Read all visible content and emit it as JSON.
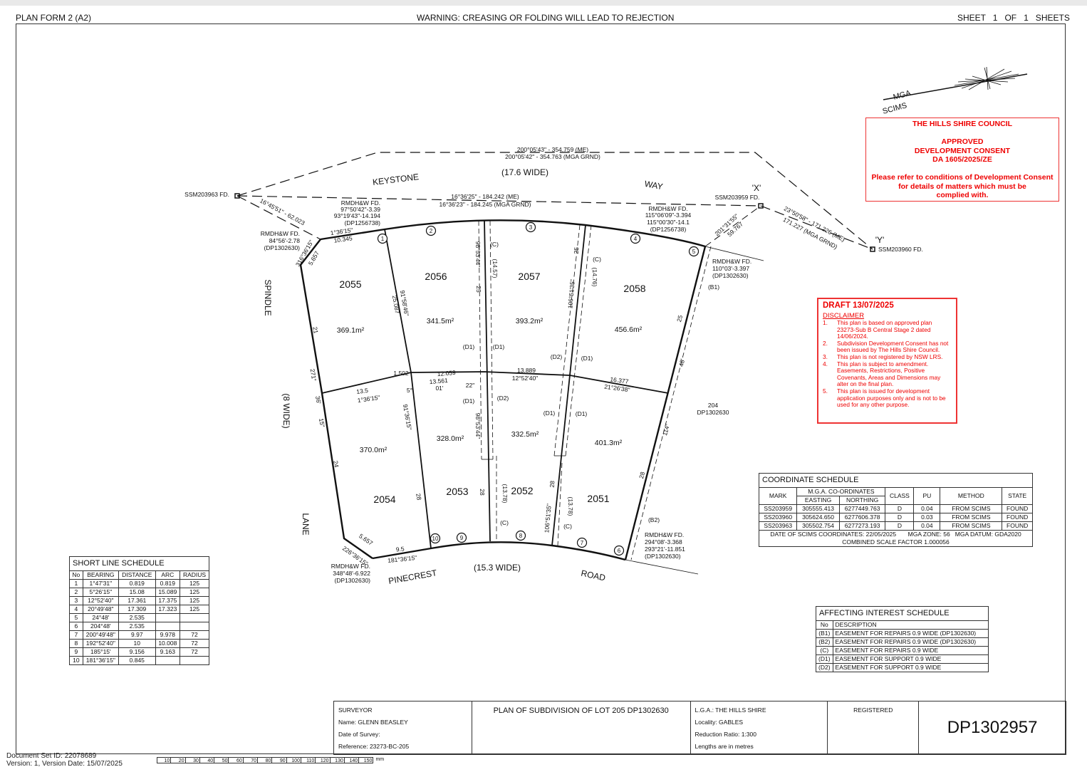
{
  "header": {
    "form": "PLAN FORM 2 (A2)",
    "warning": "WARNING: CREASING OR FOLDING WILL LEAD TO REJECTION",
    "sheet": "SHEET   1   OF   1   SHEETS"
  },
  "compass": {
    "label1": "MGA",
    "label2": "SCIMS"
  },
  "council": {
    "lines": [
      "THE HILLS SHIRE COUNCIL",
      "",
      "APPROVED",
      "DEVELOPMENT CONSENT",
      "DA 1605/2025/ZE",
      "",
      "Please refer to conditions of Development Consent",
      "for details of matters which must be",
      "complied with."
    ],
    "color": "#e00000"
  },
  "draft": {
    "title": "DRAFT 13/07/2025",
    "disclaimer_label": "DISCLAIMER",
    "items": [
      {
        "n": "1.",
        "text": "This plan is based on approved plan 23273-Sub B Central Stage 2 dated 14/06/2024."
      },
      {
        "n": "2.",
        "text": "Subdivision Development Consent has not been issued by The Hills Shire Council."
      },
      {
        "n": "3.",
        "text": "This plan is not registered by NSW LRS."
      },
      {
        "n": "4.",
        "text": "This plan is subject to amendment. Easements, Restrictions, Positive Covenants, Areas and Dimensions may alter on the final plan."
      },
      {
        "n": "5.",
        "text": "This plan is issued for development application purposes only and is not to be used for any other purpose."
      }
    ]
  },
  "plan": {
    "lots": [
      {
        "number": "2055",
        "area": "369.1m²"
      },
      {
        "number": "2056",
        "area": "341.5m²"
      },
      {
        "number": "2057",
        "area": "393.2m²"
      },
      {
        "number": "2058",
        "area": "456.6m²"
      },
      {
        "number": "2054",
        "area": "370.0m²"
      },
      {
        "number": "2053",
        "area": "328.0m²"
      },
      {
        "number": "2052",
        "area": "332.5m²"
      },
      {
        "number": "2051",
        "area": "401.3m²"
      }
    ],
    "stations": [
      "1",
      "2",
      "3",
      "4",
      "5",
      "6",
      "7",
      "8",
      "9",
      "10"
    ],
    "annotations": [
      "200°05'43\" - 354.759 (ME)",
      "200°05'42\" - 354.763 (MGA GRND)",
      "(17.6 WIDE)",
      "KEYSTONE",
      "WAY",
      "SSM203963 FD.",
      "16°36'25\" - 184.242 (ME)",
      "16°36'23\" - 184.245 (MGA GRND)",
      "SSM203959 FD.",
      "'X'",
      "'Y'",
      "SSM203960 FD.",
      "RMDH&W FD.",
      "97°50'42\"-3.39",
      "93°19'43\"-14.194",
      "(DP1256738)",
      "16°45'51\" - 62.023",
      "RMDH&W FD.",
      "84°56'-2.78",
      "(DP1302630)",
      "1°36'15\"",
      "10.345",
      "316°36'15\"",
      "5.657",
      "RMDH&W FD.",
      "115°06'09\"-3.394",
      "115°00'30\"-14.1",
      "(DP1256738)",
      "201°31'55\"",
      "59.767",
      "23°50'58\" - 171.226 (ME)",
      "171.227 (MGA GRND)",
      "RMDH&W FD.",
      "110°03'-3.397",
      "(DP1302630)",
      "SPINDLE",
      "(8 WIDE)",
      "LANE",
      "PINECREST",
      "(15.3 WIDE)",
      "ROAD",
      "RMDH&W FD.",
      "348°48'-6.922",
      "(DP1302630)",
      "RMDH&W FD.",
      "294°08'-3.368",
      "293°21'-11.851",
      "(DP1302630)",
      "204",
      "DP1302630",
      "21",
      "271°",
      "36'",
      "15\"",
      "24",
      "25.087",
      "91°58'46\"",
      "1.502",
      "12.059",
      "13.561",
      "01'",
      "22\"",
      "5°",
      "13.5",
      "1°36'15\"",
      "13.889",
      "12°52'40\"",
      "16.377",
      "21°26'38\"",
      "91°36'15\"",
      "28",
      "98°53'44\"",
      "(14.57)",
      "25",
      "98°53'44\"",
      "25",
      "106°51'35\"",
      "(14.76)",
      "25",
      "48'",
      "114°",
      "28",
      "28",
      "(13.78)",
      "106°51'35\"",
      "(13.78)",
      "28",
      "5.657",
      "226°36'15\"",
      "9.5",
      "181°36'15\"",
      "(C)",
      "(C)",
      "(D1)",
      "(D1)",
      "(D2)",
      "(D1)",
      "(D1)",
      "(D2)",
      "(D1)",
      "(D1)",
      "(B1)",
      "(B2)",
      "(C)",
      "(C)"
    ]
  },
  "short_line_schedule": {
    "title": "SHORT LINE SCHEDULE",
    "columns": [
      "No",
      "BEARING",
      "DISTANCE",
      "ARC",
      "RADIUS"
    ],
    "rows": [
      [
        "1",
        "1°47'31\"",
        "0.819",
        "0.819",
        "125"
      ],
      [
        "2",
        "5°26'15\"",
        "15.08",
        "15.089",
        "125"
      ],
      [
        "3",
        "12°52'40\"",
        "17.361",
        "17.375",
        "125"
      ],
      [
        "4",
        "20°49'48\"",
        "17.309",
        "17.323",
        "125"
      ],
      [
        "5",
        "24°48'",
        "2.535",
        "",
        ""
      ],
      [
        "6",
        "204°48'",
        "2.535",
        "",
        ""
      ],
      [
        "7",
        "200°49'48\"",
        "9.97",
        "9.978",
        "72"
      ],
      [
        "8",
        "192°52'40\"",
        "10",
        "10.008",
        "72"
      ],
      [
        "9",
        "185°15'",
        "9.156",
        "9.163",
        "72"
      ],
      [
        "10",
        "181°36'15\"",
        "0.845",
        "",
        ""
      ]
    ]
  },
  "coordinate_schedule": {
    "title": "COORDINATE SCHEDULE",
    "headers": {
      "mark": "MARK",
      "mga": "M.G.A. CO-ORDINATES",
      "easting": "EASTING",
      "northing": "NORTHING",
      "class": "CLASS",
      "pu": "PU",
      "method": "METHOD",
      "state": "STATE"
    },
    "rows": [
      [
        "SS203959",
        "305555.413",
        "6277449.763",
        "D",
        "0.04",
        "FROM SCIMS",
        "FOUND"
      ],
      [
        "SS203960",
        "305624.650",
        "6277606.378",
        "D",
        "0.03",
        "FROM SCIMS",
        "FOUND"
      ],
      [
        "SS203963",
        "305502.754",
        "6277273.193",
        "D",
        "0.04",
        "FROM SCIMS",
        "FOUND"
      ]
    ],
    "footer1": "DATE OF SCIMS COORDINATES: 22/05/2025       MGA ZONE: 56   MGA DATUM: GDA2020",
    "footer2": "COMBINED SCALE FACTOR 1.000056"
  },
  "affecting_interest_schedule": {
    "title": "AFFECTING INTEREST SCHEDULE",
    "columns": [
      "No",
      "DESCRIPTION"
    ],
    "rows": [
      [
        "(B1)",
        "EASEMENT FOR REPAIRS 0.9 WIDE (DP1302630)"
      ],
      [
        "(B2)",
        "EASEMENT FOR REPAIRS 0.9 WIDE (DP1302630)"
      ],
      [
        "(C)",
        "EASEMENT FOR REPAIRS 0.9 WIDE"
      ],
      [
        "(D1)",
        "EASEMENT FOR SUPPORT 0.9 WIDE"
      ],
      [
        "(D2)",
        "EASEMENT FOR SUPPORT 0.9 WIDE"
      ]
    ]
  },
  "title_block": {
    "surveyor_label": "SURVEYOR",
    "name": "Name:  GLENN BEASLEY",
    "date_of_survey": "Date of Survey:",
    "reference": "Reference:  23273-BC-205",
    "plan_title": "PLAN OF SUBDIVISION OF LOT 205 DP1302630",
    "lga": "L.G.A.:  THE HILLS SHIRE",
    "locality": "Locality:  GABLES",
    "reduction": "Reduction Ratio:  1:300",
    "lengths": "Lengths are in metres",
    "registered": "REGISTERED",
    "dp_number": "DP1302957"
  },
  "footer": {
    "doc_set": "Document Set ID: 22078689",
    "version": "Version: 1, Version Date: 15/07/2025",
    "ruler_ticks": [
      "10",
      "20",
      "30",
      "40",
      "50",
      "60",
      "70",
      "80",
      "90",
      "100",
      "110",
      "120",
      "130",
      "140",
      "150"
    ],
    "ruler_unit": "mm"
  }
}
